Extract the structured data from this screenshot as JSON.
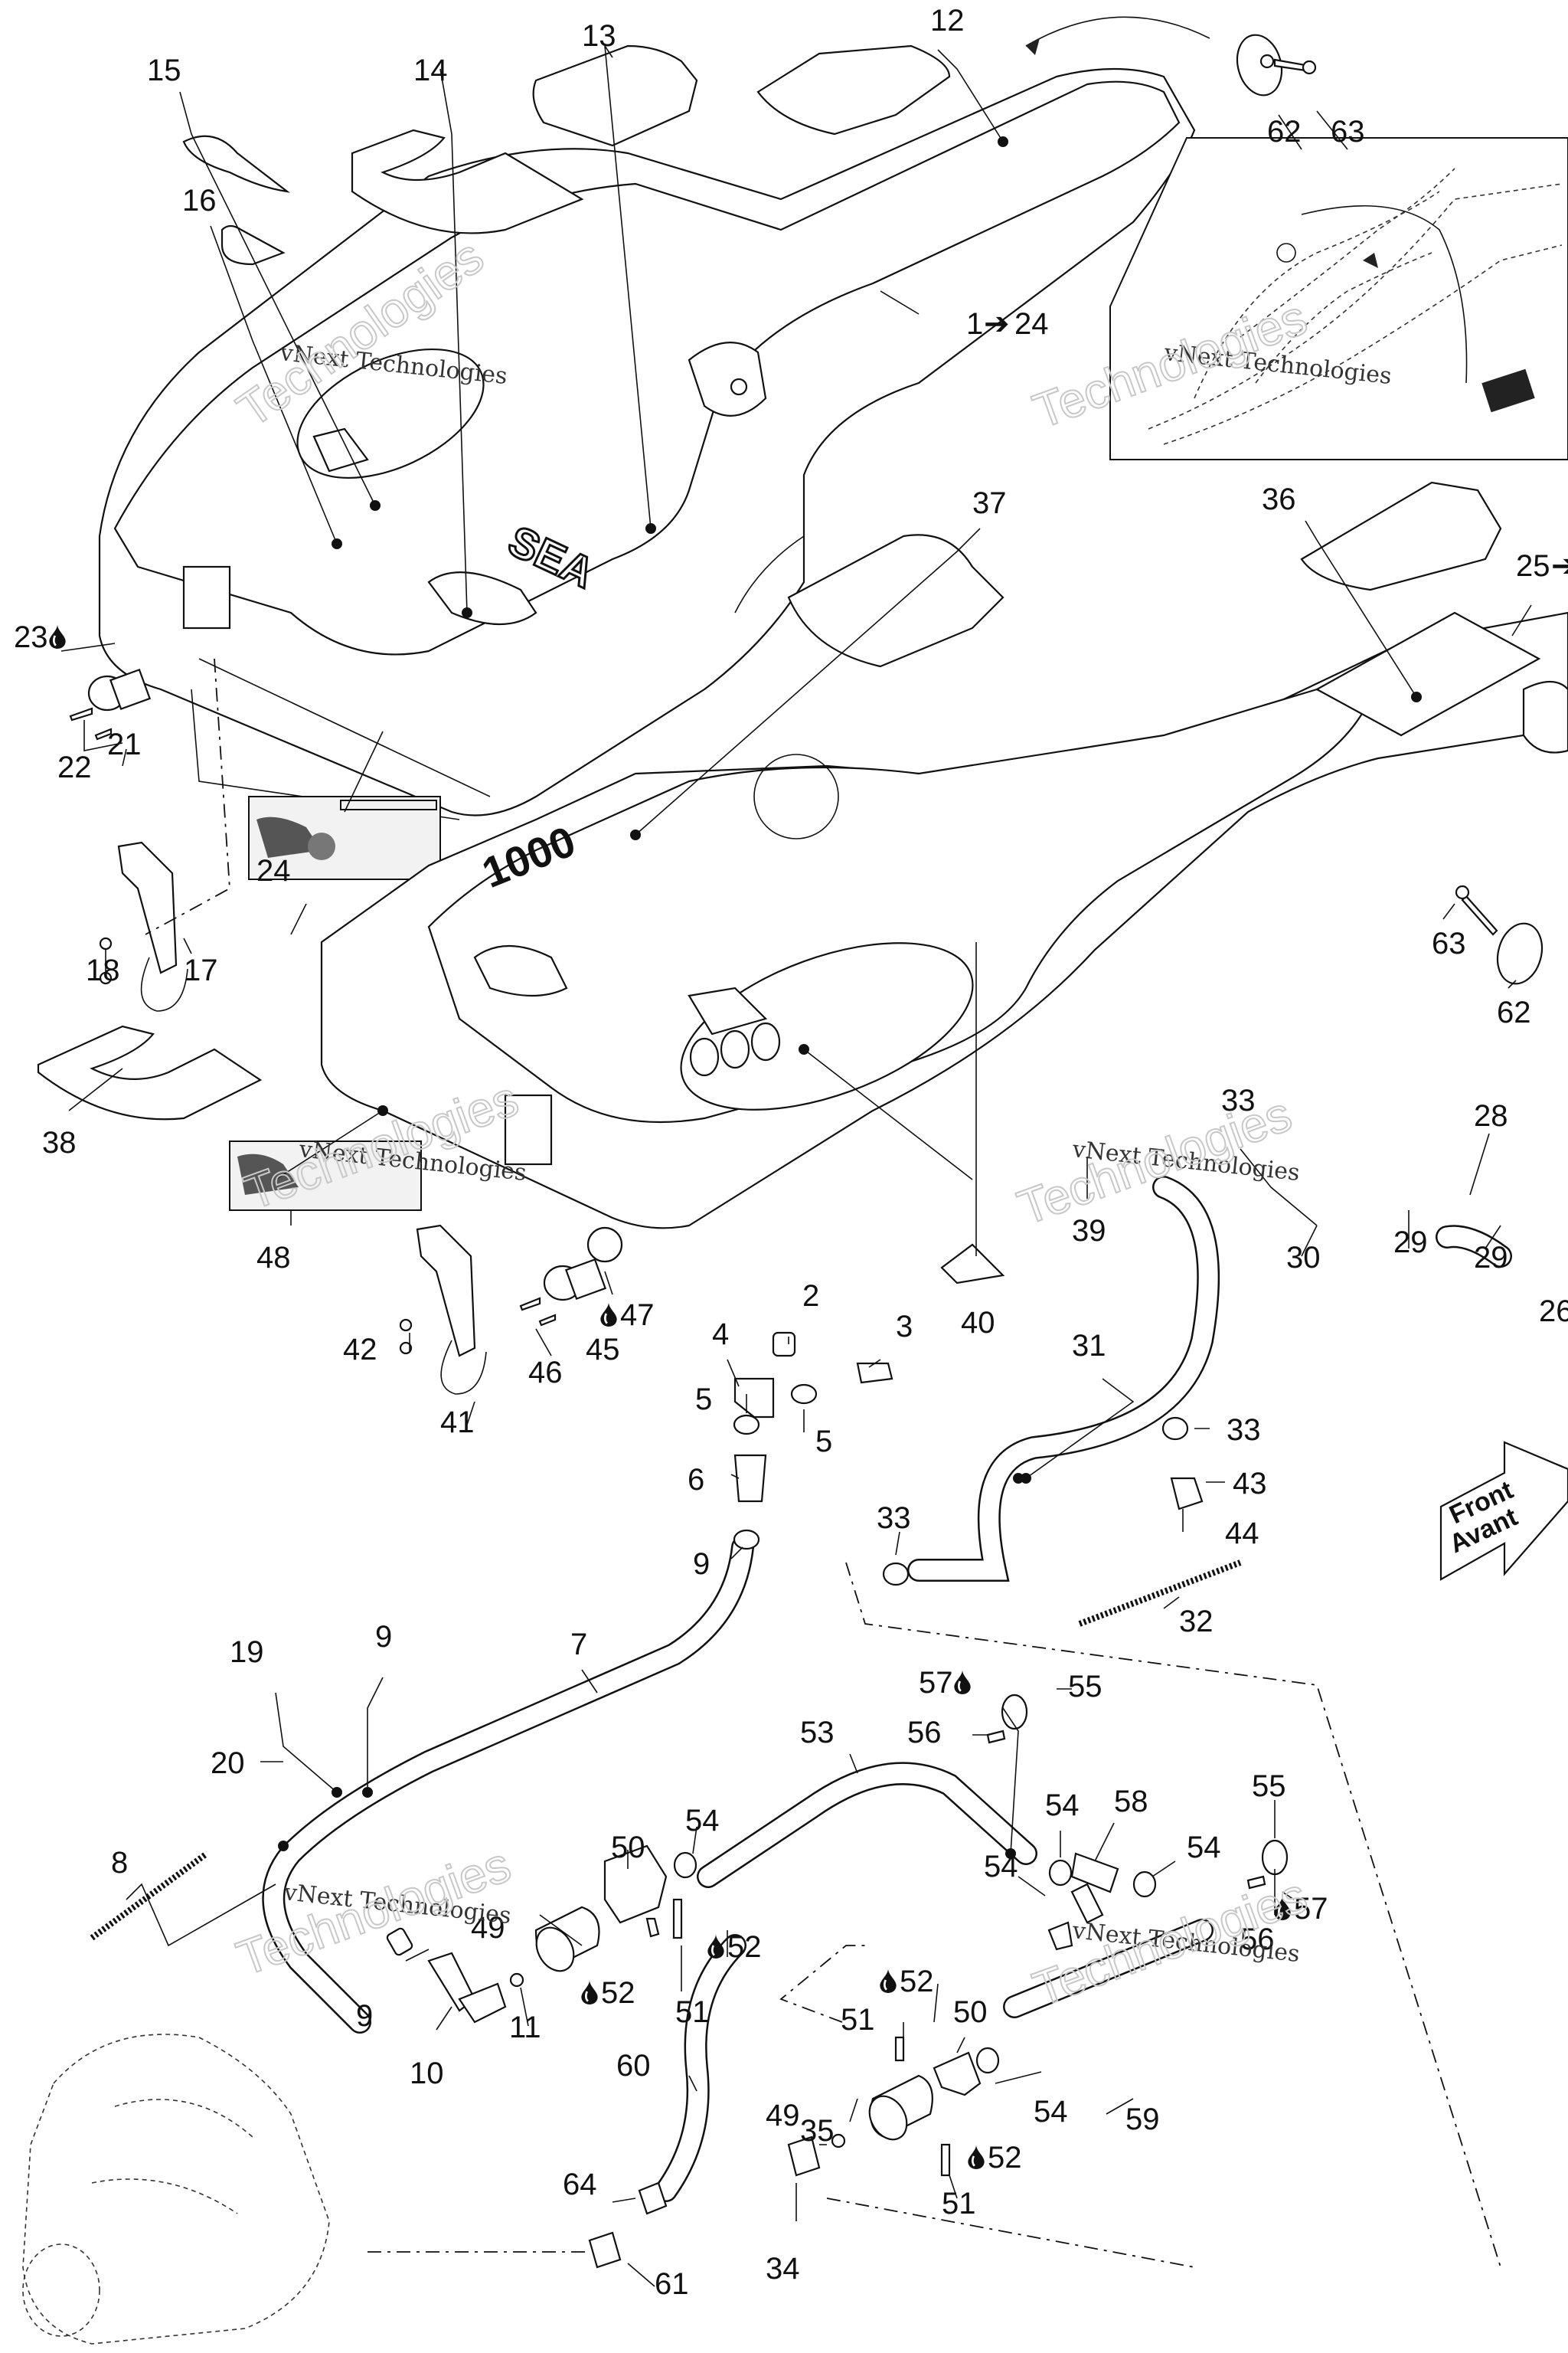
{
  "diagram": {
    "type": "exploded-parts-diagram",
    "subject": "Watercraft storage compartment / bilge drain and siphon hose assembly",
    "watermark": {
      "serif_text": "vNext Technologies",
      "outline_line1": "vNext",
      "outline_line2": "Technologies"
    },
    "direction_arrow": {
      "line1": "Front",
      "line2": "Avant"
    },
    "range_references": [
      {
        "id": "ref-1-24",
        "from": "1",
        "to": "24",
        "arrow": "➔"
      },
      {
        "id": "ref-25",
        "from": "25",
        "to": "",
        "arrow": "➔"
      }
    ],
    "sealant_symbol": "drop-icon",
    "callouts": [
      {
        "id": "c12",
        "label": "12"
      },
      {
        "id": "c13",
        "label": "13"
      },
      {
        "id": "c14",
        "label": "14"
      },
      {
        "id": "c15",
        "label": "15"
      },
      {
        "id": "c16",
        "label": "16"
      },
      {
        "id": "c62a",
        "label": "62"
      },
      {
        "id": "c63a",
        "label": "63"
      },
      {
        "id": "c23",
        "label": "23",
        "sealant": true
      },
      {
        "id": "c21",
        "label": "21"
      },
      {
        "id": "c22",
        "label": "22"
      },
      {
        "id": "c24",
        "label": "24"
      },
      {
        "id": "c18",
        "label": "18"
      },
      {
        "id": "c17",
        "label": "17"
      },
      {
        "id": "c37",
        "label": "37"
      },
      {
        "id": "c36",
        "label": "36"
      },
      {
        "id": "c63b",
        "label": "63"
      },
      {
        "id": "c62b",
        "label": "62"
      },
      {
        "id": "c38",
        "label": "38"
      },
      {
        "id": "c48",
        "label": "48"
      },
      {
        "id": "c33a",
        "label": "33"
      },
      {
        "id": "c28",
        "label": "28"
      },
      {
        "id": "c39",
        "label": "39"
      },
      {
        "id": "c30",
        "label": "30"
      },
      {
        "id": "c29a",
        "label": "29"
      },
      {
        "id": "c29b",
        "label": "29"
      },
      {
        "id": "c26",
        "label": "26"
      },
      {
        "id": "c40",
        "label": "40"
      },
      {
        "id": "c47",
        "label": "47",
        "sealant": true
      },
      {
        "id": "c45",
        "label": "45"
      },
      {
        "id": "c46",
        "label": "46"
      },
      {
        "id": "c42",
        "label": "42"
      },
      {
        "id": "c41",
        "label": "41"
      },
      {
        "id": "c2",
        "label": "2"
      },
      {
        "id": "c3",
        "label": "3"
      },
      {
        "id": "c4",
        "label": "4"
      },
      {
        "id": "c5a",
        "label": "5"
      },
      {
        "id": "c5b",
        "label": "5"
      },
      {
        "id": "c6",
        "label": "6"
      },
      {
        "id": "c9a",
        "label": "9"
      },
      {
        "id": "c31",
        "label": "31"
      },
      {
        "id": "c33b",
        "label": "33"
      },
      {
        "id": "c43",
        "label": "43"
      },
      {
        "id": "c44",
        "label": "44"
      },
      {
        "id": "c33c",
        "label": "33"
      },
      {
        "id": "c32",
        "label": "32"
      },
      {
        "id": "c7",
        "label": "7"
      },
      {
        "id": "c19",
        "label": "19"
      },
      {
        "id": "c9b",
        "label": "9"
      },
      {
        "id": "c20",
        "label": "20"
      },
      {
        "id": "c8",
        "label": "8"
      },
      {
        "id": "c57a",
        "label": "57",
        "sealant": true
      },
      {
        "id": "c55a",
        "label": "55"
      },
      {
        "id": "c56a",
        "label": "56"
      },
      {
        "id": "c53",
        "label": "53"
      },
      {
        "id": "c54a",
        "label": "54"
      },
      {
        "id": "c58",
        "label": "58"
      },
      {
        "id": "c55b",
        "label": "55"
      },
      {
        "id": "c54b",
        "label": "54"
      },
      {
        "id": "c54c",
        "label": "54"
      },
      {
        "id": "c57b",
        "label": "57",
        "sealant": true
      },
      {
        "id": "c56b",
        "label": "56"
      },
      {
        "id": "c50a",
        "label": "50"
      },
      {
        "id": "c54d",
        "label": "54"
      },
      {
        "id": "c49a",
        "label": "49"
      },
      {
        "id": "c52a",
        "label": "52",
        "sealant": true
      },
      {
        "id": "c52b",
        "label": "52",
        "sealant": true
      },
      {
        "id": "c51a",
        "label": "51"
      },
      {
        "id": "c9c",
        "label": "9"
      },
      {
        "id": "c10",
        "label": "10"
      },
      {
        "id": "c11",
        "label": "11"
      },
      {
        "id": "c52c",
        "label": "52",
        "sealant": true
      },
      {
        "id": "c51b",
        "label": "51"
      },
      {
        "id": "c50b",
        "label": "50"
      },
      {
        "id": "c60",
        "label": "60"
      },
      {
        "id": "c59",
        "label": "59"
      },
      {
        "id": "c49b",
        "label": "49"
      },
      {
        "id": "c35",
        "label": "35"
      },
      {
        "id": "c54e",
        "label": "54"
      },
      {
        "id": "c52d",
        "label": "52",
        "sealant": true
      },
      {
        "id": "c51c",
        "label": "51"
      },
      {
        "id": "c64",
        "label": "64"
      },
      {
        "id": "c34",
        "label": "34"
      },
      {
        "id": "c61",
        "label": "61"
      }
    ]
  }
}
